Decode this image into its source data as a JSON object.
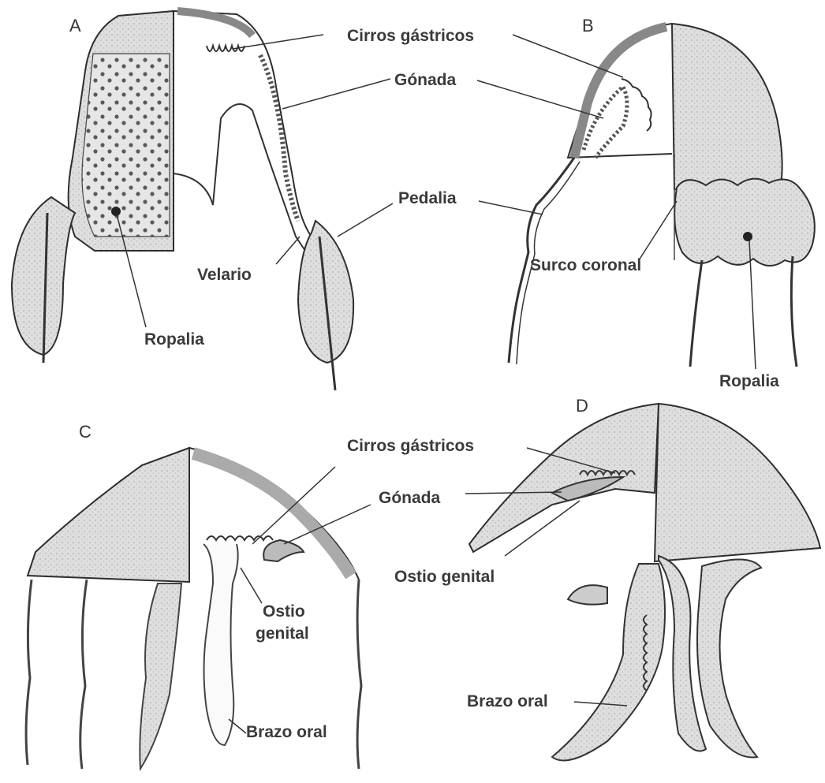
{
  "panels": [
    {
      "letter": "A"
    },
    {
      "letter": "B"
    },
    {
      "letter": "C"
    },
    {
      "letter": "D"
    }
  ],
  "labels": {
    "a_cirros": "Cirros gástricos",
    "a_gonada": "Gónada",
    "a_pedalia": "Pedalia",
    "a_velario": "Velario",
    "a_ropalia": "Ropalia",
    "b_surco": "Surco coronal",
    "b_ropalia": "Ropalia",
    "c_ostio_1": "Ostio",
    "c_ostio_2": "genital",
    "c_brazo": "Brazo oral",
    "d_cirros": "Cirros gástricos",
    "d_gonada": "Gónada",
    "d_ostio": "Ostio genital",
    "d_brazo": "Brazo oral"
  },
  "colors": {
    "ink": "#2e2e2e",
    "tissue": "#d9d9d9",
    "tissue_light": "#e8e8e8",
    "dark_dots": "#555555",
    "label": "#3a3a3a"
  }
}
